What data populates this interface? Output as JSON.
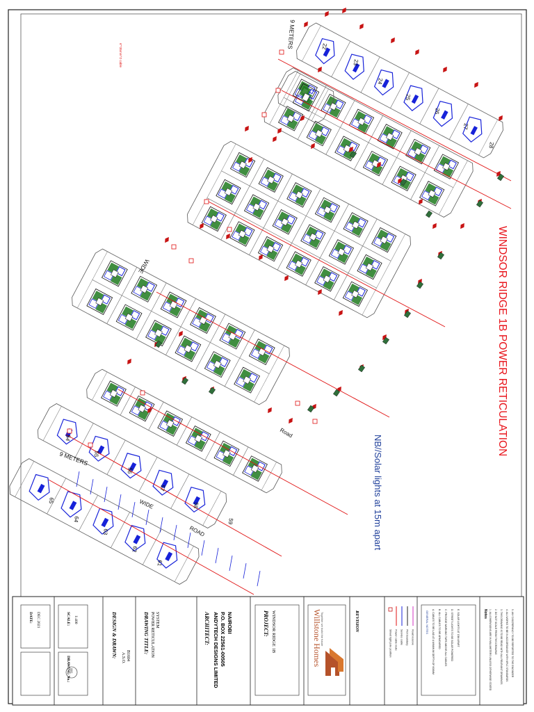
{
  "sheet": {
    "title": "WINDSOR RIDGE 1B POWER RETICULATION",
    "note": "NB//Solar lights at 15m apart",
    "road_labels": {
      "meters_top": "9 METERS",
      "meters_left": "9 METERS",
      "wide": "WIDE",
      "wide_bottom": "WIDE",
      "road": "Road",
      "road_bottom": "ROAD"
    },
    "cable_label": "6\"*35mm^2 cable",
    "plot_numbers": [
      "61",
      "62",
      "63",
      "64",
      "65",
      "54",
      "55",
      "56",
      "57",
      "58",
      "59",
      "22",
      "23",
      "24",
      "25",
      "26",
      "27",
      "28"
    ],
    "colors": {
      "title": "#e8141b",
      "note": "#1f3f9a",
      "house": "#1722d9",
      "green": "#1f7a1f",
      "cable_red": "#e01010",
      "marker_red": "#c81414",
      "outline": "#555555"
    }
  },
  "title_block": {
    "notes_heading": "Notes",
    "notes_items": [
      "1. ALL DIMENSIONS ARE IN MILLIMETERS UNLESS OTHERWISE STATED",
      "2. DO NOT SCALE FROM THIS DRAWING",
      "3. THIS DRAWING IS TO BE READ WITH ALL RELEVANT DRAWINGS",
      "4. ALL WORKS TO BE IN ACCORDANCE WITH KPLC STANDARDS",
      "5. ANY DISCREPANCY TO BE REPORTED TO THE ENGINEER"
    ],
    "general_notes_heading": "GENERAL NOTES",
    "general_notes": [
      "A. CABLES TO BE LAID AT A MINIMUM DEPTH OF 600MM",
      "B. ALL CABLES TO BE ARMOURED",
      "C. PROVIDE WARNING TAPE ABOVE ALL CABLES",
      "D. STREET LIGHTS TO BE SOLAR POWERED",
      "E. SOLAR LIGHTS AT 15M APART"
    ],
    "legend": [
      {
        "symbol": "marker",
        "label": "Street light pole position"
      },
      {
        "symbol": "line-red",
        "label": "Power cable route"
      },
      {
        "symbol": "line-blue",
        "label": "Service cable"
      },
      {
        "symbol": "line-dark",
        "label": "Plot boundary"
      },
      {
        "symbol": "line-pink",
        "label": "Road reserve"
      }
    ],
    "revision_heading": "REVISION",
    "logo_name": "Willstone Homes",
    "logo_tagline": "Together we build the future",
    "project_label": "PROJECT:",
    "project_value": "WINDSOR RIDGE 1B",
    "architect_label": "ARCHITECT:",
    "architect_lines": [
      "ANDYTECH DESIGNS LIMITED",
      "P.O. BOX 22561-00505",
      "NAIROBI"
    ],
    "drawing_title_label": "DRAWING TITLE:",
    "drawing_title_lines": [
      "POWER RETICULATION",
      "SYSTEM"
    ],
    "design_label": "DESIGN & DRAWN:",
    "design_lines": [
      "A.S.O.",
      "B1604"
    ],
    "scale_label": "SCALE:",
    "scale_value": "1:400",
    "drawing_no_label": "DRAWING No.:",
    "drawing_no_value": "001",
    "date_label": "DATE:",
    "date_value": "DEC 2021"
  }
}
